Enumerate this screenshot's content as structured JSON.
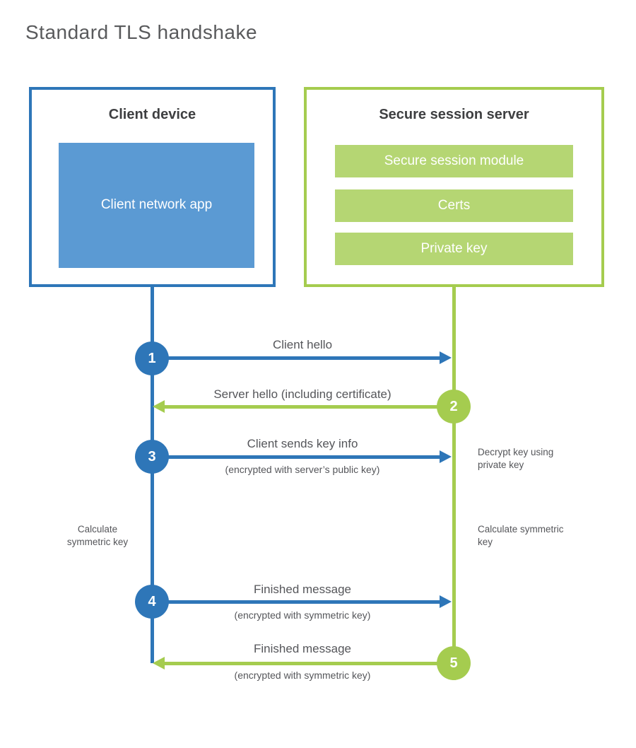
{
  "title": "Standard TLS handshake",
  "colors": {
    "blue": "#2e76b8",
    "blue_light": "#5b9ad3",
    "green": "#a5cc4f",
    "green_light": "#b5d673",
    "heading_text": "#3e3f41",
    "label_text": "#55565a",
    "white_text": "#ffffff"
  },
  "client": {
    "title": "Client device",
    "app_label": "Client network app"
  },
  "server": {
    "title": "Secure session server",
    "modules": [
      "Secure session module",
      "Certs",
      "Private key"
    ]
  },
  "steps": [
    {
      "num": "1",
      "label": "Client hello",
      "sub": "",
      "direction": "right",
      "color": "blue"
    },
    {
      "num": "2",
      "label": "Server hello (including certificate)",
      "sub": "",
      "direction": "left",
      "color": "green"
    },
    {
      "num": "3",
      "label": "Client sends key info",
      "sub": "(encrypted with server’s public key)",
      "direction": "right",
      "color": "blue"
    },
    {
      "num": "4",
      "label": "Finished message",
      "sub": "(encrypted with symmetric key)",
      "direction": "right",
      "color": "blue"
    },
    {
      "num": "5",
      "label": "Finished message",
      "sub": "(encrypted with symmetric key)",
      "direction": "left",
      "color": "green"
    }
  ],
  "notes": {
    "decrypt": "Decrypt key using private key",
    "calc_left": "Calculate symmetric key",
    "calc_right": "Calculate symmetric key"
  }
}
